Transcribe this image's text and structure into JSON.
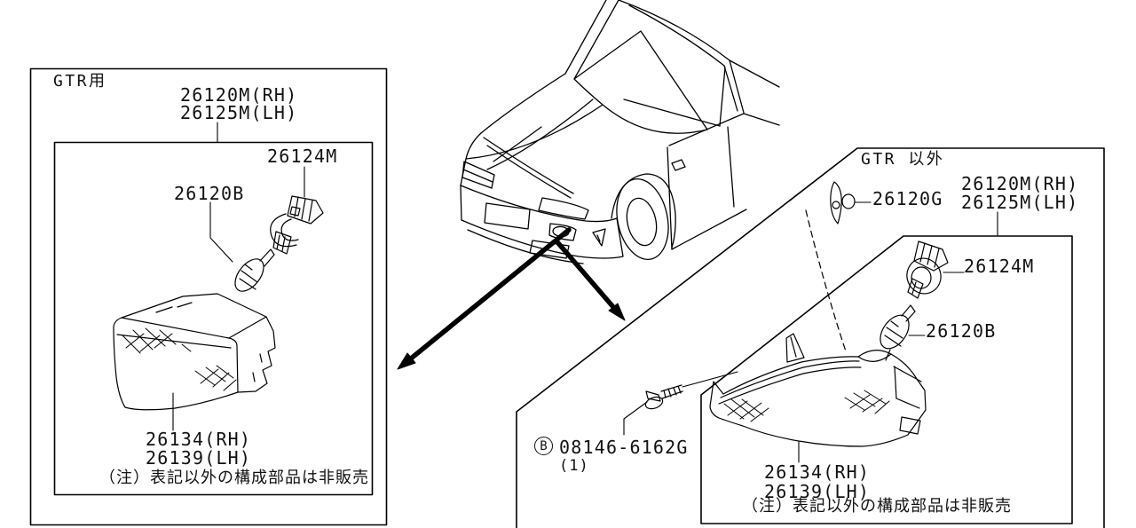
{
  "colors": {
    "background": "#ffffff",
    "line": "#000000",
    "text": "#111111"
  },
  "left_panel": {
    "title": "GTR用",
    "assembly_rh": "26120M(RH)",
    "assembly_lh": "26125M(LH)",
    "socket_label": "26124M",
    "bulb_label": "26120B",
    "lens_rh": "26134(RH)",
    "lens_lh": "26139(LH)",
    "note": "（注）表記以外の構成部品は非販売"
  },
  "right_panel": {
    "title": "GTR 以外",
    "clip_label": "26120G",
    "assembly_rh": "26120M(RH)",
    "assembly_lh": "26125M(LH)",
    "socket_label": "26124M",
    "bulb_label": "26120B",
    "screw_ref": "B",
    "screw_number": "08146-6162G",
    "screw_qty": "(1)",
    "lens_rh": "26134(RH)",
    "lens_lh": "26139(LH)",
    "note": "（注）表記以外の構成部品は非販売"
  }
}
